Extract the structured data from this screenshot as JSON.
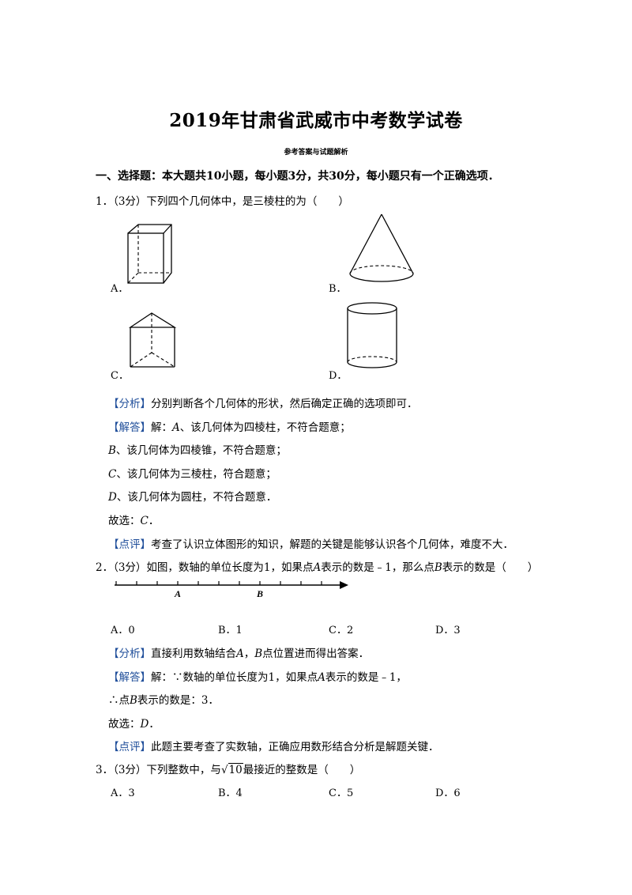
{
  "title": "2019年甘肃省武威市中考数学试卷",
  "subtitle": "参考答案与试题解析",
  "section_heading": "一、选择题：本大题共10小题，每小题3分，共30分，每小题只有一个正确选项．",
  "tags": {
    "analysis": "【分析】",
    "solution": "【解答】",
    "comment": "【点评】"
  },
  "q1": {
    "stem": "1．（3分）下列四个几何体中，是三棱柱的为（　　）",
    "options": [
      "A．",
      "B．",
      "C．",
      "D．"
    ],
    "shape_icons": [
      "rectangular-prism-icon",
      "cone-icon",
      "triangular-prism-icon",
      "cylinder-icon"
    ],
    "analysis": "分别判断各个几何体的形状，然后确定正确的选项即可．",
    "solution_prefix": "解：",
    "solution_lines": [
      {
        "v": "A",
        "t": "、该几何体为四棱柱，不符合题意；"
      },
      {
        "v": "B",
        "t": "、该几何体为四棱锥，不符合题意；"
      },
      {
        "v": "C",
        "t": "、该几何体为三棱柱，符合题意；"
      },
      {
        "v": "D",
        "t": "、该几何体为圆柱，不符合题意．"
      }
    ],
    "answer_prefix": "故选：",
    "answer": "C",
    "answer_suffix": "．",
    "comment": "考查了认识立体图形的知识，解题的关键是能够认识各个几何体，难度不大．"
  },
  "q2": {
    "stem_a": "2．（3分）如图，数轴的单位长度为1，如果点",
    "stem_v1": "A",
    "stem_b": "表示的数是﹣1，那么点",
    "stem_v2": "B",
    "stem_c": "表示的数是（　　）",
    "axis_label_a": "A",
    "axis_label_b": "B",
    "options": [
      "A．0",
      "B．1",
      "C．2",
      "D．3"
    ],
    "analysis_a": "直接利用数轴结合",
    "analysis_v1": "A",
    "analysis_b": "，",
    "analysis_v2": "B",
    "analysis_c": "点位置进而得出答案．",
    "solution_a": "解：∵数轴的单位长度为1，如果点",
    "solution_v": "A",
    "solution_b": "表示的数是﹣1，",
    "therefore_a": "∴点",
    "therefore_v": "B",
    "therefore_b": "表示的数是：3．",
    "answer_prefix": "故选：",
    "answer": "D",
    "answer_suffix": "．",
    "comment": "此题主要考查了实数轴，正确应用数形结合分析是解题关键．"
  },
  "q3": {
    "stem_a": "3．（3分）下列整数中，与",
    "radicand": "10",
    "stem_b": "最接近的整数是（　　）",
    "options": [
      "A．3",
      "B．4",
      "C．5",
      "D．6"
    ]
  }
}
